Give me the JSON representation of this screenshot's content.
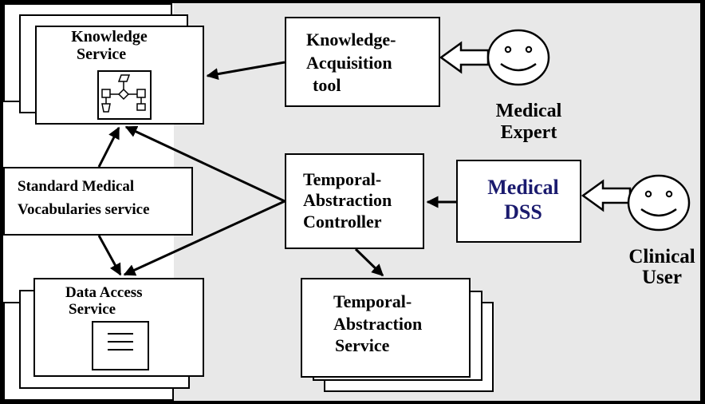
{
  "diagram": {
    "nodes": {
      "knowledge_service": {
        "label_line1": "Knowledge",
        "label_line2": "Service"
      },
      "ka_tool": {
        "label_line1": "Knowledge-",
        "label_line2": "Acquisition",
        "label_line3": "tool"
      },
      "medical_expert": {
        "label_line1": "Medical",
        "label_line2": "Expert"
      },
      "smv_service": {
        "label_line1": "Standard Medical",
        "label_line2": "Vocabularies service"
      },
      "ta_controller": {
        "label_line1": "Temporal-",
        "label_line2": "Abstraction",
        "label_line3": "Controller"
      },
      "medical_dss": {
        "label_line1": "Medical",
        "label_line2": "DSS",
        "color": "#1a1a6e"
      },
      "clinical_user": {
        "label_line1": "Clinical",
        "label_line2": "User"
      },
      "data_access_service": {
        "label_line1": "Data Access",
        "label_line2": "Service"
      },
      "ta_service": {
        "label_line1": "Temporal-",
        "label_line2": "Abstraction",
        "label_line3": "Service"
      }
    },
    "edges": [
      {
        "from": "ka_tool",
        "to": "knowledge_service"
      },
      {
        "from": "medical_expert",
        "to": "ka_tool",
        "style": "hollow-arrow"
      },
      {
        "from": "smv_service",
        "to": "knowledge_service"
      },
      {
        "from": "smv_service",
        "to": "data_access_service"
      },
      {
        "from": "ta_controller",
        "to": "knowledge_service"
      },
      {
        "from": "ta_controller",
        "to": "data_access_service"
      },
      {
        "from": "ta_controller",
        "to": "ta_service"
      },
      {
        "from": "medical_dss",
        "to": "ta_controller"
      },
      {
        "from": "clinical_user",
        "to": "medical_dss",
        "style": "hollow-arrow"
      }
    ]
  }
}
